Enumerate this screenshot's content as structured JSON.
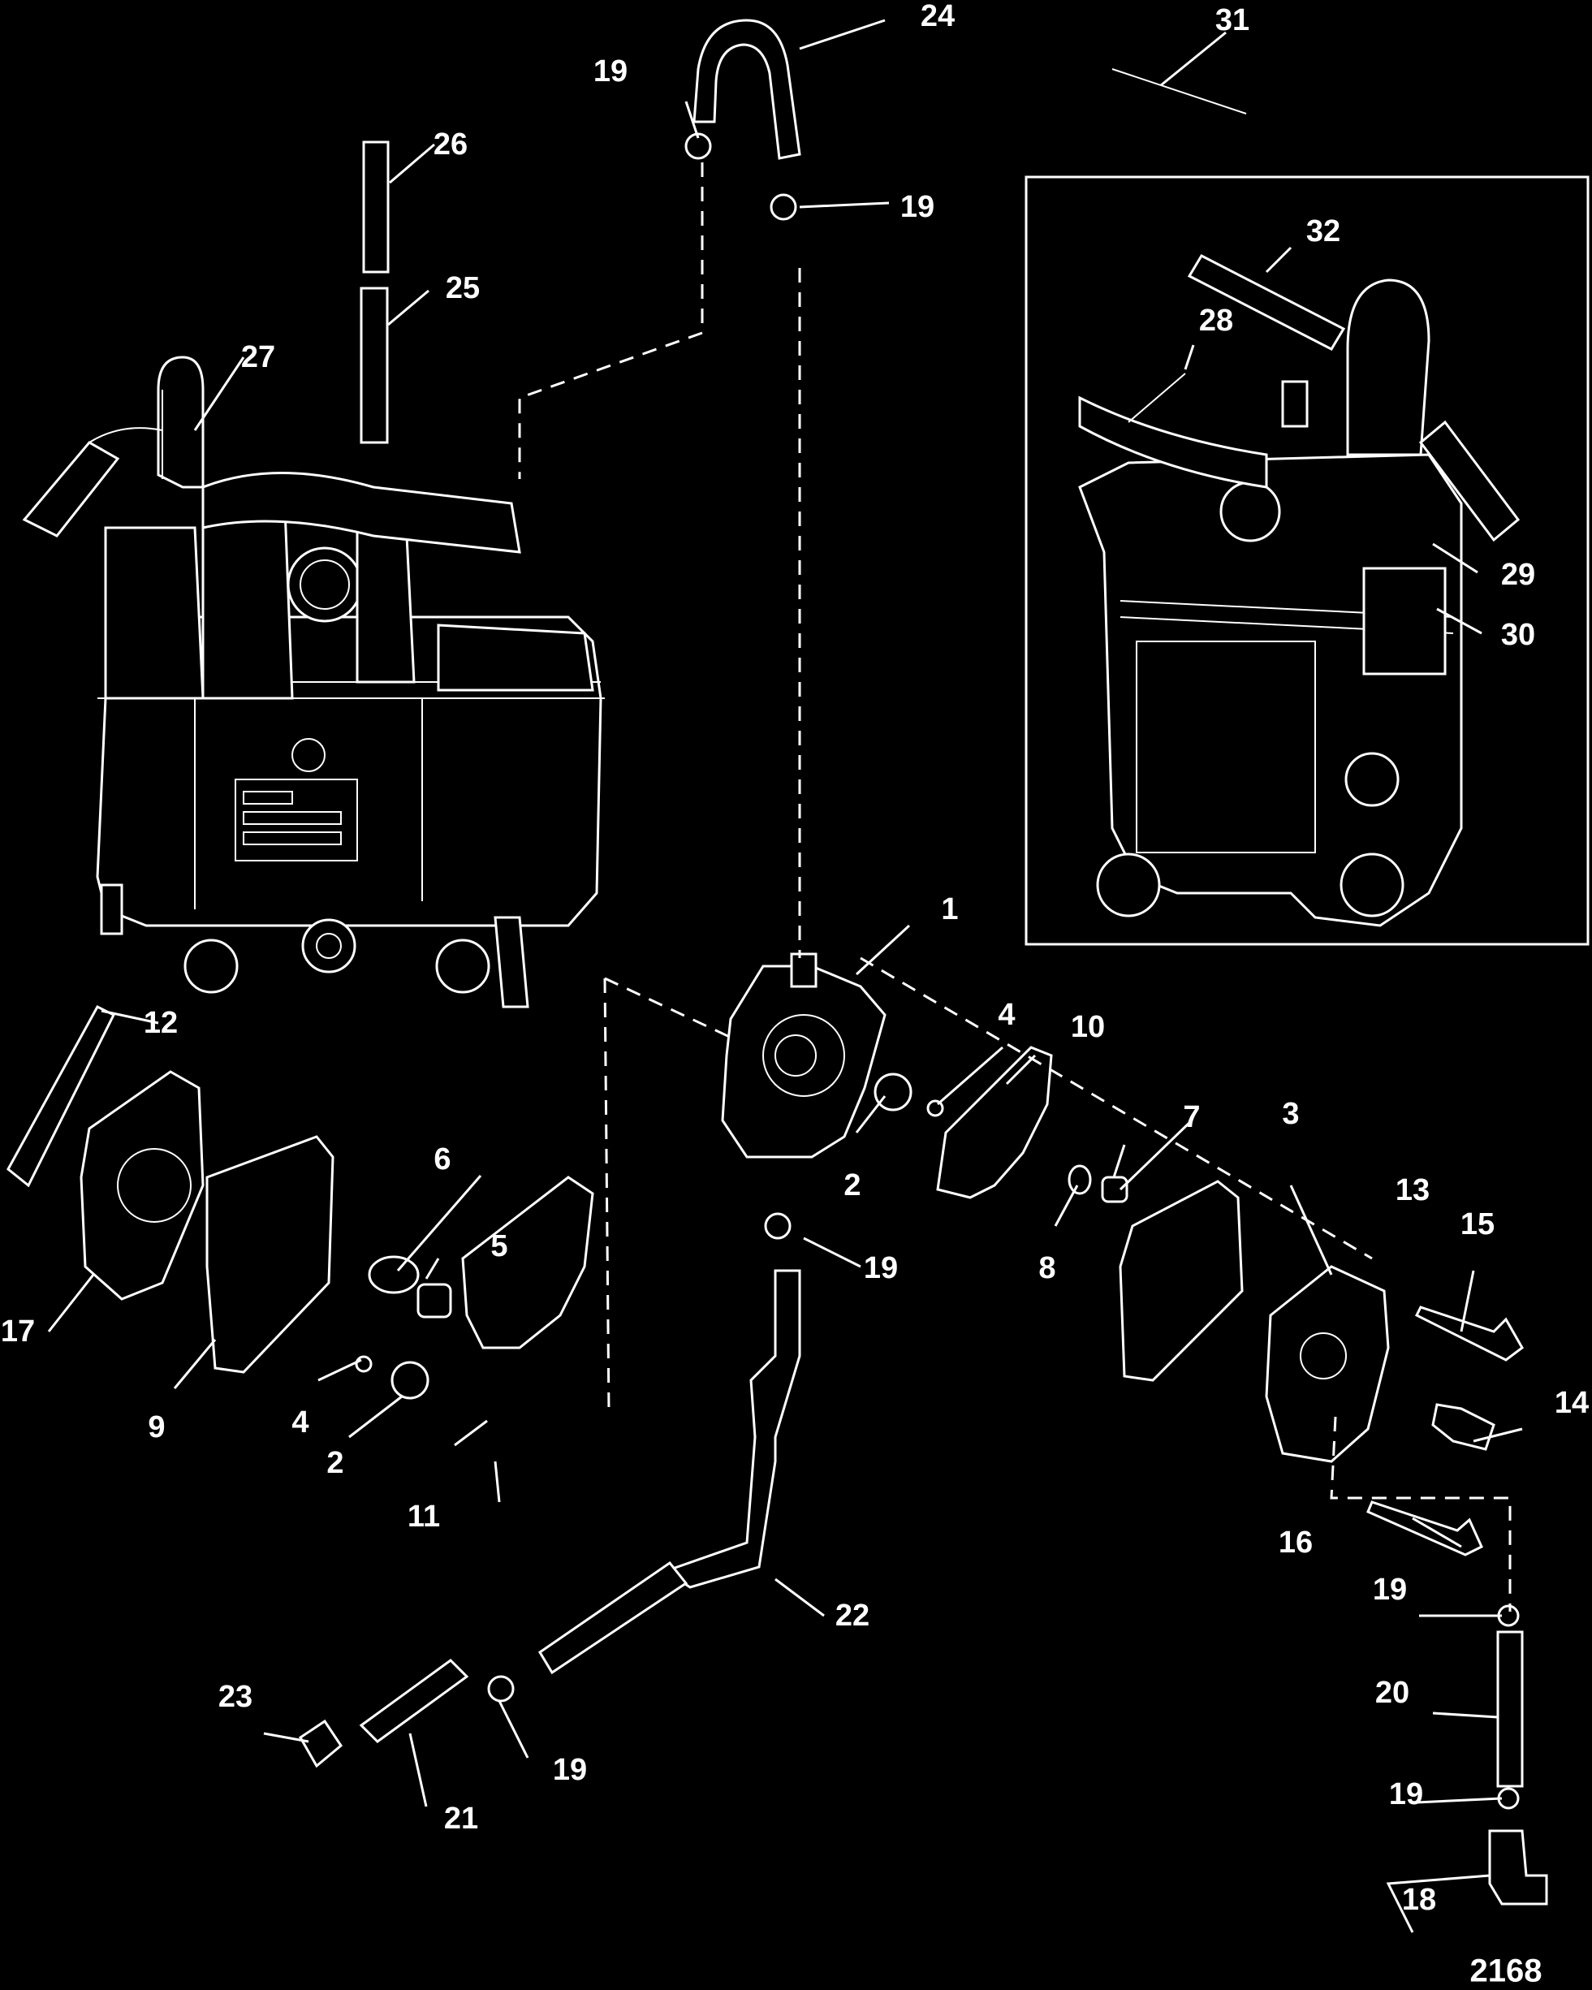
{
  "labels": {
    "l1": "1",
    "l2a": "2",
    "l2b": "2",
    "l3": "3",
    "l4a": "4",
    "l4b": "4",
    "l5": "5",
    "l6": "6",
    "l7": "7",
    "l8": "8",
    "l9": "9",
    "l10": "10",
    "l11": "11",
    "l12": "12",
    "l13": "13",
    "l14": "14",
    "l15": "15",
    "l16": "16",
    "l17": "17",
    "l18": "18",
    "l19a": "19",
    "l19b": "19",
    "l19c": "19",
    "l19d": "19",
    "l19e": "19",
    "l19f": "19",
    "l20": "20",
    "l21": "21",
    "l22": "22",
    "l23": "23",
    "l24": "24",
    "l25": "25",
    "l26": "26",
    "l27": "27",
    "l28": "28",
    "l29": "29",
    "l30": "30",
    "l31": "31",
    "l32": "32"
  },
  "figure_number": "2168",
  "colors": {
    "background": "#000000",
    "linework": "#ffffff"
  }
}
